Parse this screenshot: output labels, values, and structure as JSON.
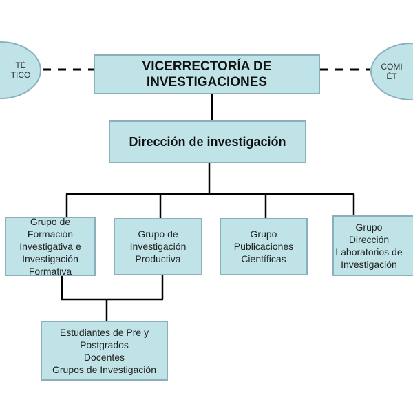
{
  "chart_data": {
    "type": "org_chart",
    "nodes": {
      "comite_left": [
        "TÉ",
        "TICO"
      ],
      "comite_right": [
        "COMI",
        "ÉT"
      ],
      "vicerrectoria": [
        "VICERRECTORÍA DE",
        "INVESTIGACIONES"
      ],
      "direccion": "Dirección de investigación",
      "grupo_formacion": [
        "Grupo de",
        "Formación",
        "Investigativa e",
        "Investigación",
        "Formativa"
      ],
      "grupo_productiva": [
        "Grupo de",
        "Investigación",
        "Productiva"
      ],
      "grupo_publicaciones": [
        "Grupo",
        "Publicaciones",
        "Científicas"
      ],
      "grupo_laboratorios": [
        "Grupo",
        "Dirección",
        "Laboratorios de",
        "Investigación"
      ],
      "estudiantes": [
        "Estudiantes de Pre y",
        "Postgrados",
        "Docentes",
        "Grupos de Investigación"
      ]
    },
    "edges": [
      {
        "from": "comite_left",
        "to": "vicerrectoria",
        "style": "dashed"
      },
      {
        "from": "vicerrectoria",
        "to": "comite_right",
        "style": "dashed"
      },
      {
        "from": "vicerrectoria",
        "to": "direccion",
        "style": "solid"
      },
      {
        "from": "direccion",
        "to": "grupo_formacion",
        "style": "solid"
      },
      {
        "from": "direccion",
        "to": "grupo_productiva",
        "style": "solid"
      },
      {
        "from": "direccion",
        "to": "grupo_publicaciones",
        "style": "solid"
      },
      {
        "from": "direccion",
        "to": "grupo_laboratorios",
        "style": "solid"
      },
      {
        "from": "grupo_formacion",
        "to": "estudiantes",
        "style": "solid"
      },
      {
        "from": "grupo_productiva",
        "to": "estudiantes",
        "style": "solid"
      }
    ]
  },
  "colors": {
    "box_fill": "#bfe3e6",
    "box_border": "#8ab0bb",
    "line": "#000000"
  }
}
